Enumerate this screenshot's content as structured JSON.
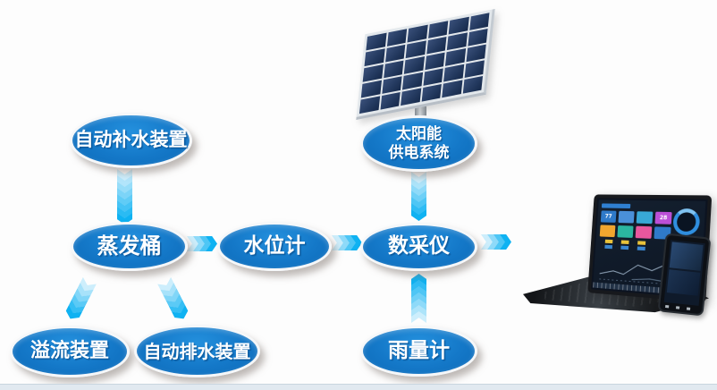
{
  "nodes": {
    "auto_refill": {
      "label": "自动补水装置"
    },
    "solar": {
      "line1": "太阳能",
      "line2": "供电系统"
    },
    "evap_bucket": {
      "label": "蒸发桶"
    },
    "water_level": {
      "label": "水位计"
    },
    "data_logger": {
      "label": "数采仪"
    },
    "overflow": {
      "label": "溢流装置"
    },
    "auto_drain": {
      "label": "自动排水装置"
    },
    "rain_gauge": {
      "label": "雨量计"
    }
  },
  "edges": [
    {
      "from": "auto_refill",
      "to": "evap_bucket"
    },
    {
      "from": "solar",
      "to": "data_logger"
    },
    {
      "from": "evap_bucket",
      "to": "water_level"
    },
    {
      "from": "water_level",
      "to": "data_logger"
    },
    {
      "from": "data_logger",
      "to": "monitor_terminal"
    },
    {
      "from": "evap_bucket",
      "to": "overflow"
    },
    {
      "from": "evap_bucket",
      "to": "auto_drain"
    },
    {
      "from": "rain_gauge",
      "to": "data_logger"
    }
  ],
  "laptop_screen": {
    "badge1": "77",
    "badge2": "28"
  },
  "colors": {
    "node_fill": "#1478c8",
    "node_border": "#f5f7f9",
    "node_text": "#ffffff",
    "arrow_gradient_start": "#cdeefc",
    "arrow_gradient_end": "#0fb2f2",
    "panel_cell": "#243a60",
    "panel_frame": "#e3e8ec",
    "laptop_body": "#17191d",
    "dashboard_bg": "#0d1624",
    "tile_palette": [
      "#2f7ac9",
      "#4a90d9",
      "#38a8d6",
      "#bb4fd6",
      "#f0a62f",
      "#2bb5a0",
      "#e8579e",
      "#2f7ac9"
    ],
    "bottom_strip": "#e1e9f0"
  }
}
